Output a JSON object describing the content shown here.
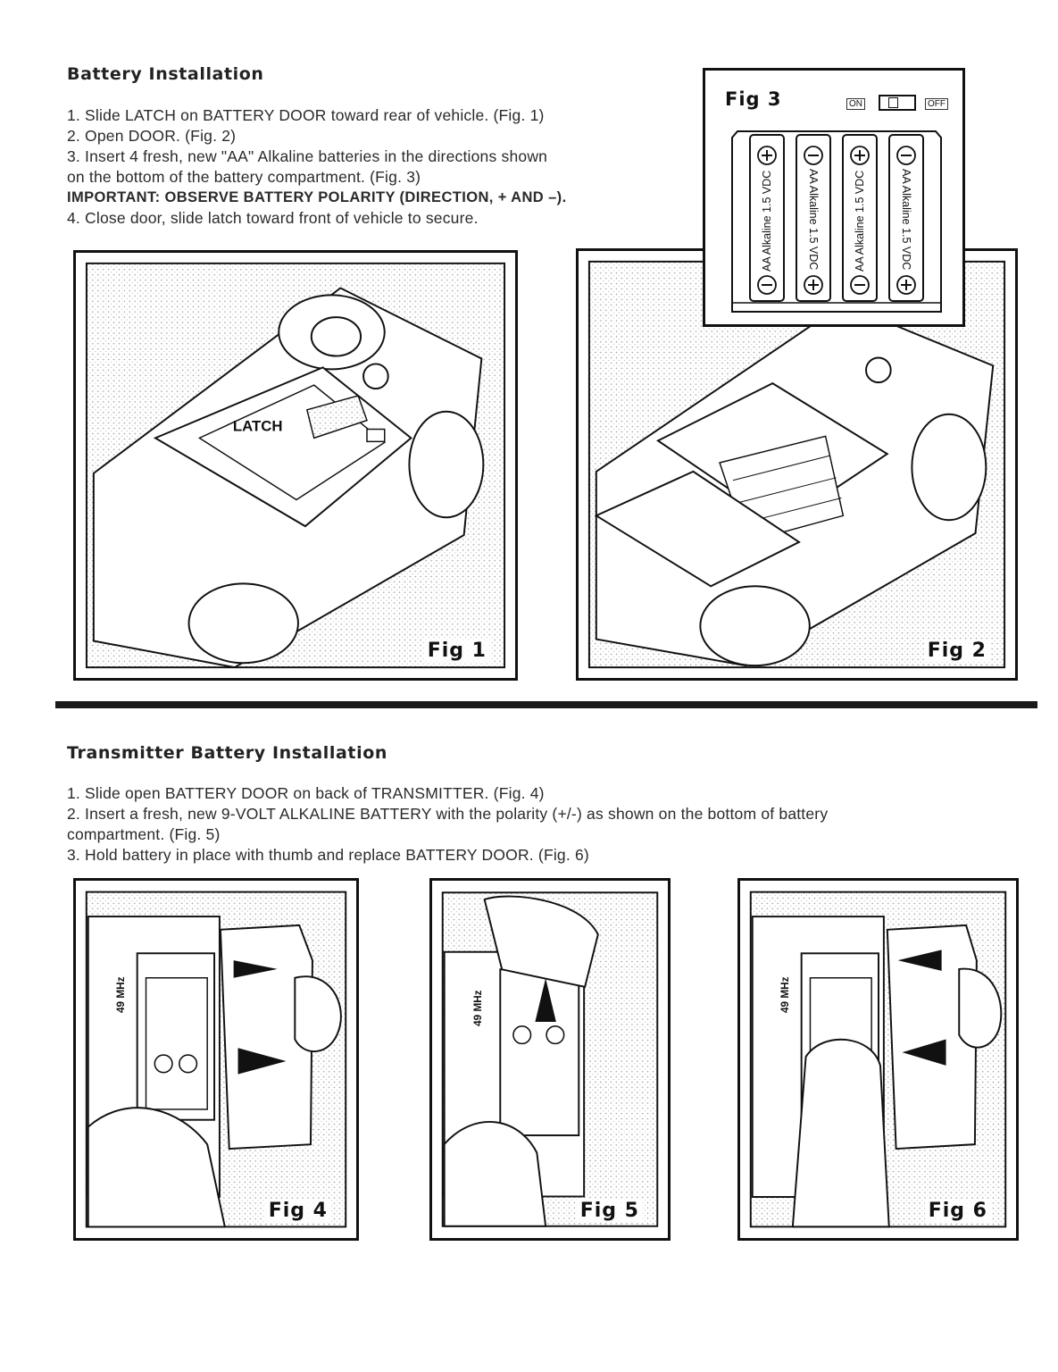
{
  "section1": {
    "heading": "Battery Installation",
    "steps": [
      "1. Slide LATCH on BATTERY DOOR toward rear of vehicle. (Fig. 1)",
      "2. Open DOOR. (Fig. 2)",
      "3. Insert 4 fresh, new \"AA\" Alkaline batteries in the directions shown",
      "on the bottom of the battery compartment. (Fig. 3)",
      "IMPORTANT: OBSERVE BATTERY POLARITY (DIRECTION, + AND –).",
      "4. Close door, slide latch toward front of vehicle to secure."
    ]
  },
  "fig1": {
    "label": "Fig 1",
    "latch_label": "LATCH"
  },
  "fig2": {
    "label": "Fig 2"
  },
  "fig3": {
    "label": "Fig 3",
    "switch_on": "ON",
    "switch_off": "OFF",
    "cells": [
      "AA Alkaline 1.5 VDC",
      "AA Alkaline 1.5 VDC",
      "AA Alkaline 1.5 VDC",
      "AA Alkaline 1.5 VDC"
    ]
  },
  "section2": {
    "heading": "Transmitter Battery Installation",
    "steps": [
      "1. Slide open BATTERY DOOR on back of TRANSMITTER. (Fig. 4)",
      "2. Insert a fresh, new 9-VOLT ALKALINE BATTERY with the polarity (+/-) as shown on the bottom of battery",
      "compartment. (Fig. 5)",
      "3. Hold battery in place with thumb and replace BATTERY DOOR. (Fig. 6)"
    ]
  },
  "fig4": {
    "label": "Fig 4",
    "freq": "49 MHz"
  },
  "fig5": {
    "label": "Fig 5",
    "freq": "49 MHz"
  },
  "fig6": {
    "label": "Fig 6",
    "freq": "49 MHz"
  }
}
